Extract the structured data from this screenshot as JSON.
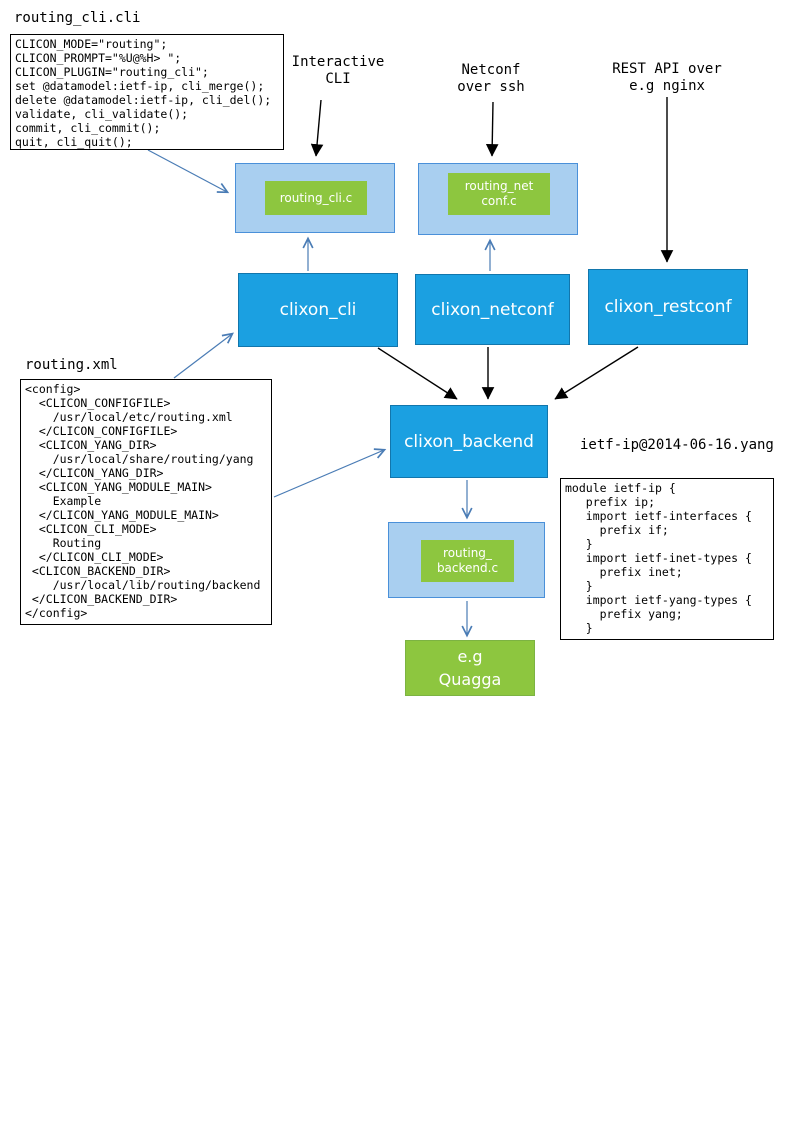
{
  "file_labels": {
    "cli": "routing_cli.cli",
    "xml": "routing.xml",
    "yang": "ietf-ip@2014-06-16.yang"
  },
  "annotations": {
    "interactive_cli": "Interactive\nCLI",
    "netconf_over_ssh": "Netconf\nover ssh",
    "rest_api": "REST API over\ne.g nginx"
  },
  "nodes": {
    "clixon_cli": "clixon_cli",
    "clixon_netconf": "clixon_netconf",
    "clixon_restconf": "clixon_restconf",
    "clixon_backend": "clixon_backend",
    "routing_cli_plugin": "routing_cli.c",
    "routing_netconf_plugin": "routing_net\nconf.c",
    "routing_backend_plugin": "routing_\nbackend.c",
    "quagga": "e.g\nQuagga"
  },
  "code": {
    "cli": "CLICON_MODE=\"routing\";\nCLICON_PROMPT=\"%U@%H> \";\nCLICON_PLUGIN=\"routing_cli\";\nset @datamodel:ietf-ip, cli_merge();\ndelete @datamodel:ietf-ip, cli_del();\nvalidate, cli_validate();\ncommit, cli_commit();\nquit, cli_quit();",
    "xml": "<config>\n  <CLICON_CONFIGFILE>\n    /usr/local/etc/routing.xml\n  </CLICON_CONFIGFILE>\n  <CLICON_YANG_DIR>\n    /usr/local/share/routing/yang\n  </CLICON_YANG_DIR>\n  <CLICON_YANG_MODULE_MAIN>\n    Example\n  </CLICON_YANG_MODULE_MAIN>\n  <CLICON_CLI_MODE>\n    Routing\n  </CLICON_CLI_MODE>\n <CLICON_BACKEND_DIR>\n    /usr/local/lib/routing/backend\n </CLICON_BACKEND_DIR>\n</config>",
    "yang": "module ietf-ip {\n   prefix ip;\n   import ietf-interfaces {\n     prefix if;\n   }\n   import ietf-inet-types {\n     prefix inet;\n   }\n   import ietf-yang-types {\n     prefix yang;\n   }"
  },
  "colors": {
    "node_blue": "#1BA0E1",
    "node_blue_border": "#1276AC",
    "container_blue": "#A9CFF0",
    "container_blue_border": "#4A90D9",
    "green": "#8DC63F",
    "arrow_blue": "#4A7CB5",
    "arrow_black": "#000000"
  },
  "edges": [
    {
      "from": "routing_cli.cli",
      "to": "routing_cli.c",
      "color": "blue"
    },
    {
      "from": "Interactive CLI",
      "to": "routing_cli.c",
      "color": "black"
    },
    {
      "from": "Netconf over ssh",
      "to": "routing_netconf.c",
      "color": "black"
    },
    {
      "from": "REST API over e.g nginx",
      "to": "clixon_restconf",
      "color": "black"
    },
    {
      "from": "clixon_cli",
      "to": "routing_cli.c",
      "color": "blue"
    },
    {
      "from": "clixon_netconf",
      "to": "routing_netconf.c",
      "color": "blue"
    },
    {
      "from": "clixon_cli",
      "to": "clixon_backend",
      "color": "black"
    },
    {
      "from": "clixon_netconf",
      "to": "clixon_backend",
      "color": "black"
    },
    {
      "from": "clixon_restconf",
      "to": "clixon_backend",
      "color": "black"
    },
    {
      "from": "routing.xml",
      "to": "clixon_cli",
      "color": "blue"
    },
    {
      "from": "routing.xml",
      "to": "clixon_backend",
      "color": "blue"
    },
    {
      "from": "clixon_backend",
      "to": "routing_backend.c",
      "color": "blue"
    },
    {
      "from": "routing_backend.c",
      "to": "e.g Quagga",
      "color": "blue"
    }
  ]
}
